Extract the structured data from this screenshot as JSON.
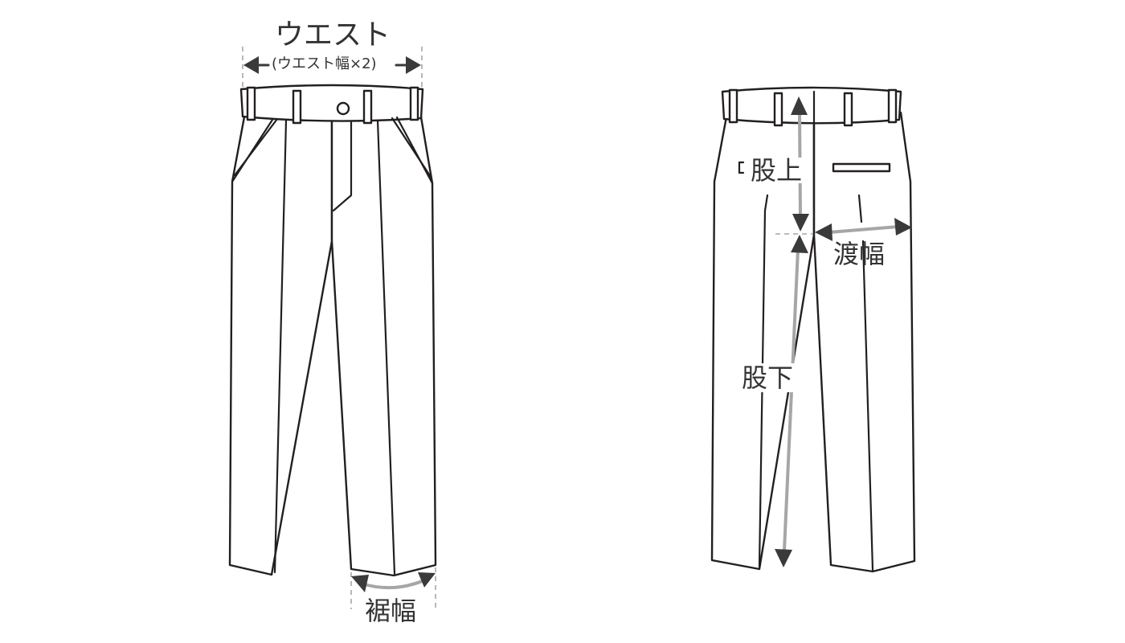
{
  "labels": {
    "waist": "ウエスト",
    "waist_note": "(ウエスト幅×2)",
    "hem_width": "裾幅",
    "rise": "股上",
    "thigh_width": "渡幅",
    "inseam": "股下"
  },
  "colors": {
    "outline": "#231f20",
    "measure_line": "#a6a6a6",
    "arrow": "#3a3a3a",
    "text": "#333333",
    "background": "#ffffff"
  }
}
